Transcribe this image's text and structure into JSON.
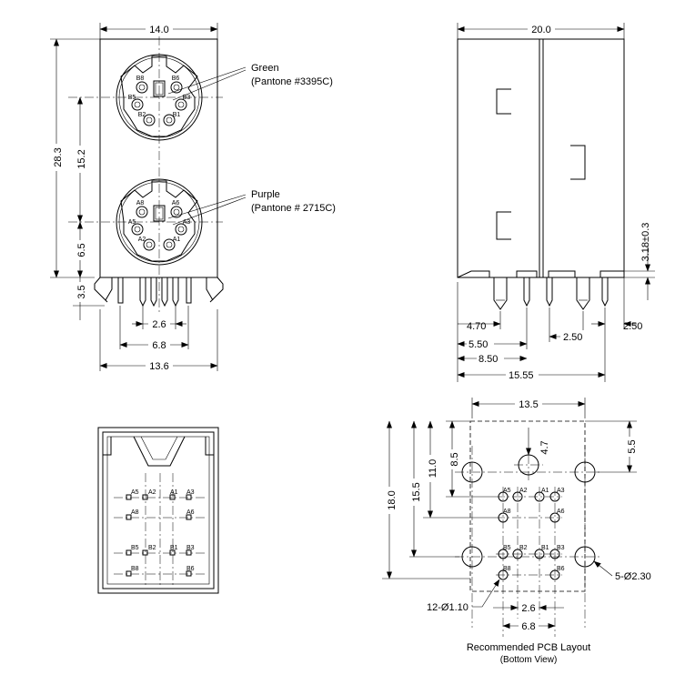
{
  "front_view": {
    "dim_width": "14.0",
    "dim_height_total": "28.3",
    "dim_port_pitch": "15.2",
    "dim_lower_center": "6.5",
    "dim_pin_length": "3.5",
    "dim_pin_spacing_inner": "2.6",
    "dim_pin_spacing_outer": "6.8",
    "dim_base_width": "13.6",
    "upper_port": {
      "color_name": "Green",
      "pantone": "(Pantone #3395C)",
      "pins": [
        "B6",
        "B5",
        "B3",
        "B2",
        "B1",
        "B8"
      ]
    },
    "lower_port": {
      "color_name": "Purple",
      "pantone": "(Pantone # 2715C)",
      "pins": [
        "A6",
        "A5",
        "A3",
        "A2",
        "A1",
        "A8"
      ]
    }
  },
  "side_view": {
    "dim_depth": "20.0",
    "dim_standoff": "3.18±0.3",
    "dim_pin_470": "4.70",
    "dim_pin_550": "5.50",
    "dim_pin_850": "8.50",
    "dim_pin_1555": "15.55",
    "dim_pin_250_a": "2.50",
    "dim_pin_250_b": "2.50"
  },
  "bottom_view": {
    "pins": [
      "A5",
      "A2",
      "A1",
      "A3",
      "A8",
      "A6",
      "B5",
      "B2",
      "B1",
      "B3",
      "B8",
      "B6"
    ]
  },
  "pcb_layout": {
    "dim_width": "13.5",
    "dim_4_7": "4.7",
    "dim_5_5": "5.5",
    "dim_8_5": "8.5",
    "dim_11_0": "11.0",
    "dim_15_5": "15.5",
    "dim_18_0": "18.0",
    "dim_2_6": "2.6",
    "dim_6_8": "6.8",
    "large_holes": "5-Ø2.30",
    "small_holes": "12-Ø1.10",
    "pins": [
      "A5",
      "A2",
      "A1",
      "A3",
      "A8",
      "A6",
      "B5",
      "B2",
      "B1",
      "B3",
      "B8",
      "B6"
    ],
    "title": "Recommended PCB Layout",
    "subtitle": "(Bottom View)"
  }
}
